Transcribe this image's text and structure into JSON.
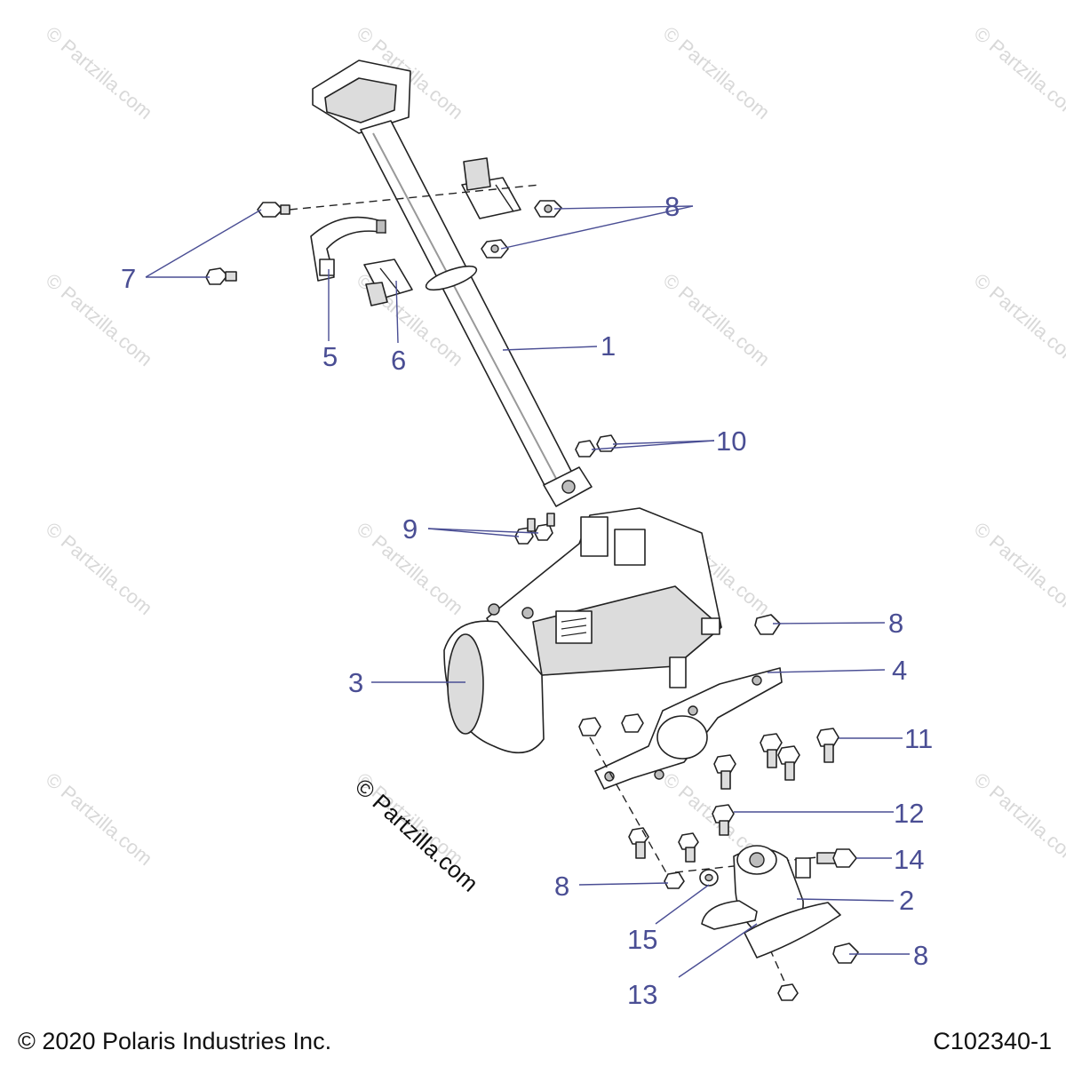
{
  "watermark": "© Partzilla.com",
  "center_watermark": "© Partzilla.com",
  "callouts": {
    "c1": "1",
    "c2": "2",
    "c3": "3",
    "c4": "4",
    "c5": "5",
    "c6": "6",
    "c7": "7",
    "c8a": "8",
    "c8b": "8",
    "c8c": "8",
    "c8d": "8",
    "c8e": "8",
    "c9": "9",
    "c10": "10",
    "c11": "11",
    "c12": "12",
    "c13": "13",
    "c14": "14",
    "c15": "15"
  },
  "footer": {
    "copyright": "© 2020 Polaris Industries Inc.",
    "drawing_number": "C102340-1"
  },
  "colors": {
    "callout": "#4a4e94",
    "line": "#222222",
    "watermark": "#d8d8d8"
  }
}
